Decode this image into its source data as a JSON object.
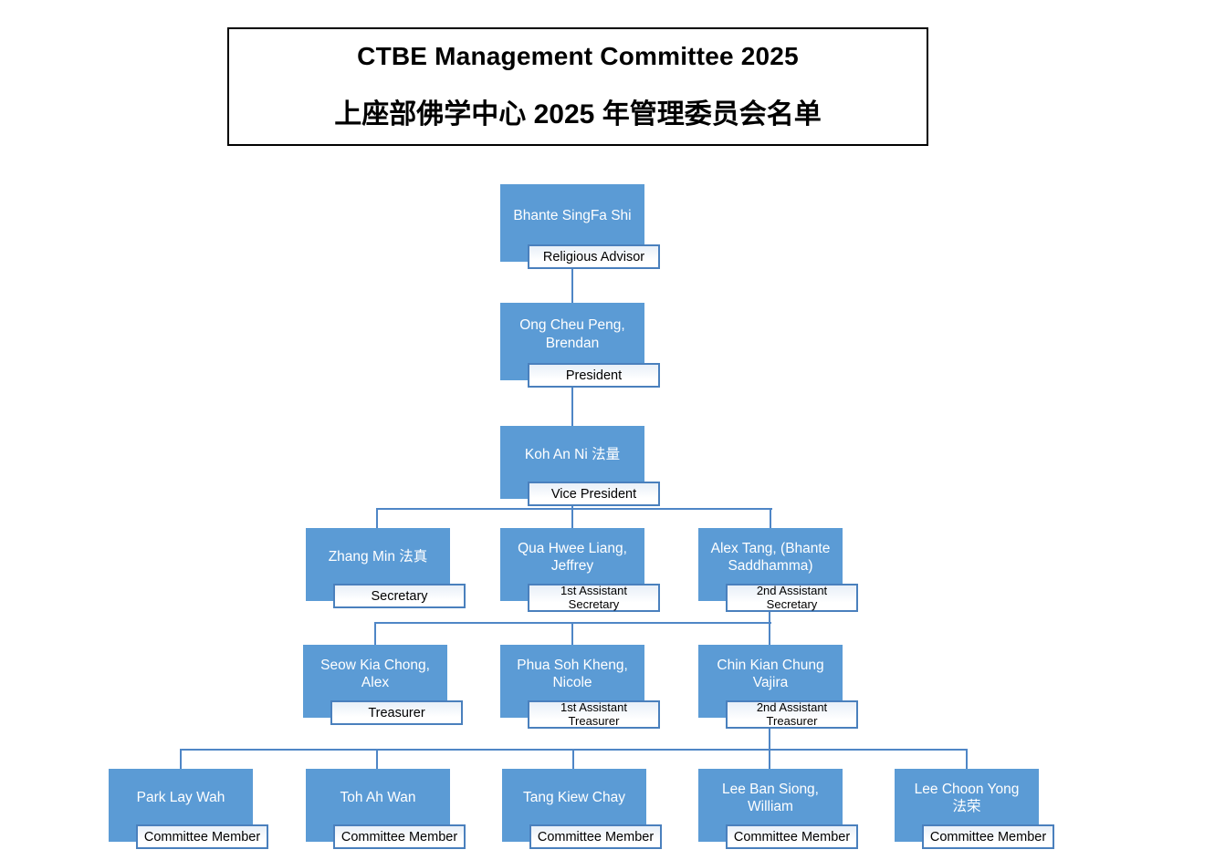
{
  "title": {
    "line1": "CTBE Management Committee 2025",
    "line2": "上座部佛学中心 2025 年管理委员会名单"
  },
  "org_chart": {
    "nodes": [
      {
        "name": "Bhante SingFa Shi",
        "role": "Religious Advisor"
      },
      {
        "name": "Ong Cheu Peng,\nBrendan",
        "role": "President"
      },
      {
        "name": "Koh An Ni 法量",
        "role": "Vice President"
      },
      {
        "name": "Zhang Min 法真",
        "role": "Secretary"
      },
      {
        "name": "Qua Hwee Liang,\nJeffrey",
        "role": "1st Assistant\nSecretary"
      },
      {
        "name": "Alex Tang, (Bhante\nSaddhamma)",
        "role": "2nd Assistant\nSecretary"
      },
      {
        "name": "Seow Kia Chong,\nAlex",
        "role": "Treasurer"
      },
      {
        "name": "Phua Soh Kheng,\nNicole",
        "role": "1st Assistant\nTreasurer"
      },
      {
        "name": "Chin Kian Chung\nVajira",
        "role": "2nd Assistant\nTreasurer"
      },
      {
        "name": "Park Lay Wah",
        "role": "Committee Member"
      },
      {
        "name": "Toh Ah Wan",
        "role": "Committee Member"
      },
      {
        "name": "Tang Kiew Chay",
        "role": "Committee Member"
      },
      {
        "name": "Lee Ban Siong,\nWilliam",
        "role": "Committee Member"
      },
      {
        "name": "Lee Choon Yong\n法荣",
        "role": "Committee Member"
      }
    ]
  },
  "colors": {
    "node_fill": "#5b9bd5",
    "node_text": "#ffffff",
    "label_border": "#4a80bd",
    "connector": "#4f86c6",
    "label_text": "#000000",
    "title_border": "#000000"
  }
}
